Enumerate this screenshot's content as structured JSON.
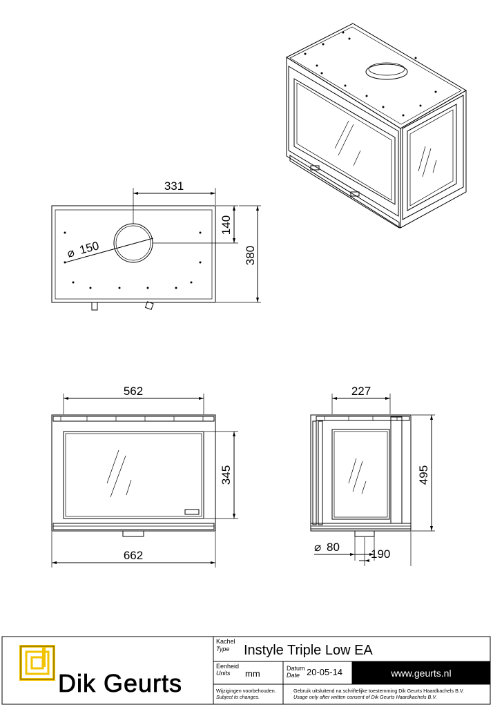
{
  "dimensions": {
    "top_view": {
      "width_to_flue": "331",
      "flue_offset": "140",
      "depth": "380",
      "flue_diameter": "150",
      "diameter_symbol": "⌀"
    },
    "front_view": {
      "inner_width": "562",
      "glass_height": "345",
      "outer_width": "662"
    },
    "side_view": {
      "inner_width": "227",
      "height": "495",
      "air_diameter": "80",
      "air_offset": "190",
      "diameter_symbol": "⌀"
    }
  },
  "title_block": {
    "kachel_label": "Kachel",
    "type_label": "Type",
    "product_name": "Instyle Triple Low EA",
    "eenheid_label": "Eenheid",
    "units_label": "Units",
    "units_value": "mm",
    "datum_label": "Datum",
    "date_label": "Date",
    "date_value": "20-05-14",
    "website": "www.geurts.nl",
    "notice_nl": "Wijzigingen voorbehouden.",
    "notice_en": "Subject to changes.",
    "usage_nl": "Gebruik uitsluitend na schriftelijke toestemming Dik Geurts Haardkachels B.V.",
    "usage_en": "Usage only after written consent of Dik Geurts Haardkachels B.V.",
    "logo_text": "Dik Geurts"
  },
  "colors": {
    "logo_yellow": "#f2c400",
    "line": "#000000",
    "web_bar": "#000000"
  }
}
